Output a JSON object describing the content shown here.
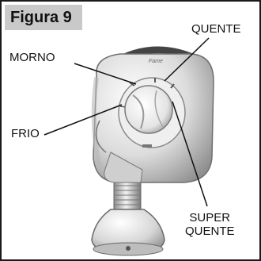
{
  "figure_label": "Figura 9",
  "labels": {
    "quente": "QUENTE",
    "morno": "MORNO",
    "frio": "FRIO",
    "super_line1": "SUPER",
    "super_line2": "QUENTE"
  },
  "device": {
    "brand": "Fame"
  }
}
